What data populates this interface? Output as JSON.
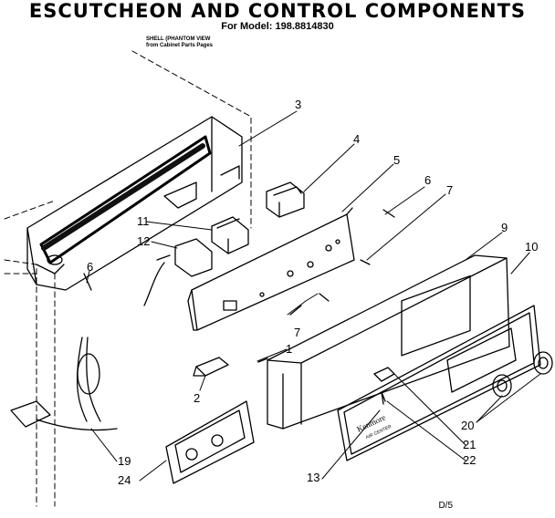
{
  "title": "ESCUTCHEON AND CONTROL COMPONENTS",
  "model_line": "For Model: 198.8814830",
  "shell_note_line1": "SHELL (PHANTOM VIEW",
  "shell_note_line2": "from Cabinet Parts Pages",
  "panel_text_line1": "Kenmore",
  "panel_text_line2": "AIR CENTER",
  "page_ref": "D/5",
  "callouts": {
    "c1": "1",
    "c2": "2",
    "c3": "3",
    "c4": "4",
    "c5": "5",
    "c6a": "6",
    "c6b": "6",
    "c7a": "7",
    "c7b": "7",
    "c9": "9",
    "c10": "10",
    "c11": "11",
    "c12": "12",
    "c13": "13",
    "c19": "19",
    "c20": "20",
    "c21": "21",
    "c22": "22",
    "c24": "24"
  }
}
